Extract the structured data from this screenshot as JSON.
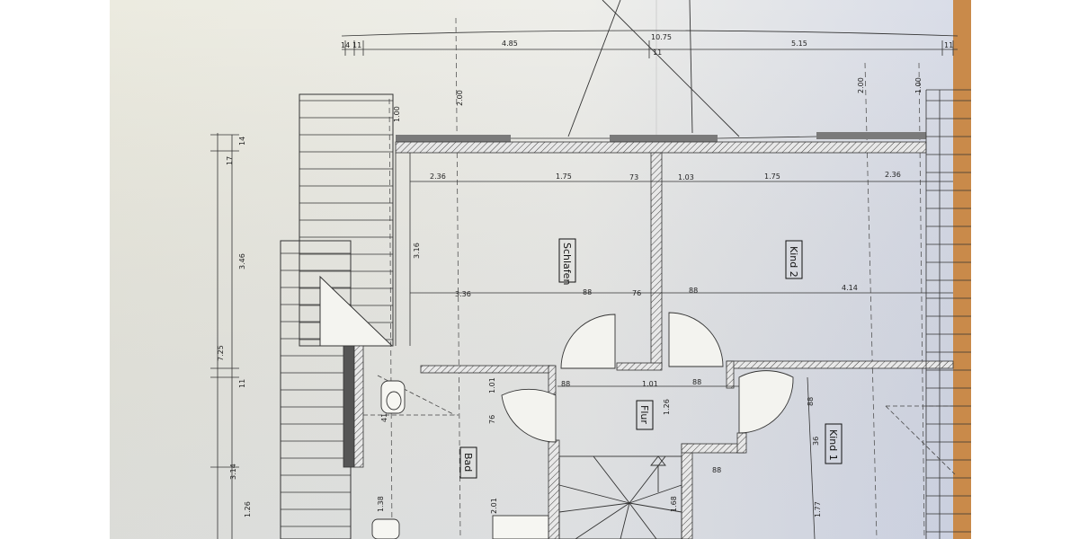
{
  "rooms": {
    "schlafen": "Schlafen",
    "kind2": "Kind 2",
    "kind1": "Kind 1",
    "flur": "Flur",
    "bad": "Bad"
  },
  "dimensions": {
    "overall_width": "10.75",
    "top_left_small": "14",
    "top_left_small2": "11",
    "top_left_segment": "4.85",
    "top_center_small": "11",
    "top_right_segment": "5.15",
    "top_right_small": "11",
    "vertical_200_left": "2.00",
    "vertical_200_right": "2.00",
    "vertical_100_left": "1.00",
    "vertical_100_right": "1.00",
    "left_outer_total": "7.25",
    "left_seg_1": "3.46",
    "left_seg_2": "11",
    "left_seg_3": "3.14",
    "left_seg_4": "1.26",
    "left_seg_top": "14",
    "left_seg_top2": "17",
    "upper_row_1": "2.36",
    "upper_row_2": "1.75",
    "upper_row_3": "73",
    "upper_row_4": "1.03",
    "upper_row_5": "1.75",
    "upper_row_6": "2.36",
    "mid_row_1": "3.36",
    "mid_row_2": "88",
    "mid_row_3": "76",
    "mid_row_4": "88",
    "mid_row_5": "4.14",
    "schlafen_height": "3.16",
    "flur_row_1": "88",
    "flur_row_2": "1.01",
    "flur_row_3": "88",
    "flur_vertical": "1.26",
    "bad_vertical_1": "1.01",
    "bad_vertical_2": "76",
    "bad_vertical_3": "2.01",
    "bad_vertical_4": "1.38",
    "kind1_vertical_1": "88",
    "kind1_vertical_2": "1.77",
    "kind1_vertical_3": "36",
    "stair_dim_1": "88",
    "stair_dim_2": "1.68",
    "wc_dim": "41"
  }
}
